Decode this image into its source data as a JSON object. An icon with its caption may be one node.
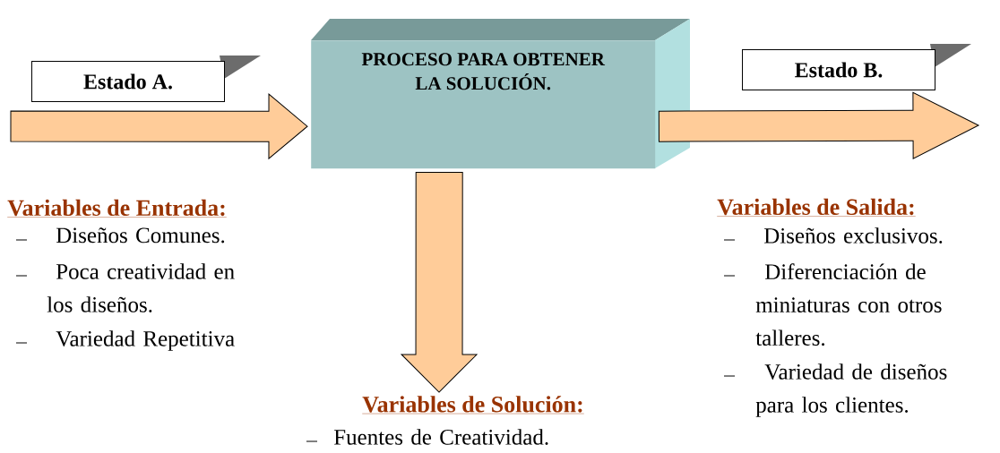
{
  "diagram": {
    "nodes": [
      {
        "text": [
          "Estado A."
        ]
      },
      {
        "text": [
          "PROCESO PARA OBTENER LA SOLUCIÓN."
        ]
      },
      {
        "text": [
          "Estado B."
        ]
      },
      {
        "text": [
          "Variables de Solución:"
        ]
      }
    ],
    "edges": [
      {
        "from": null,
        "to": 1,
        "arrow": "to"
      },
      {
        "from": 1,
        "to": null,
        "arrow": "to"
      },
      {
        "from": 1,
        "to": 3,
        "arrow": "to"
      }
    ],
    "labels": [
      "**Variables de Entrada**:",
      "Diseños Comunes.",
      "Poca creatividad en los diseños.",
      "Variedad Repetitiva",
      "Variables de Salida:",
      "Diseños exclusivos.",
      "Diferenciación de miniaturas con otros talleres.",
      "Variedad de diseños para los clientes.",
      "Fuentes de Creatividad."
    ]
  }
}
